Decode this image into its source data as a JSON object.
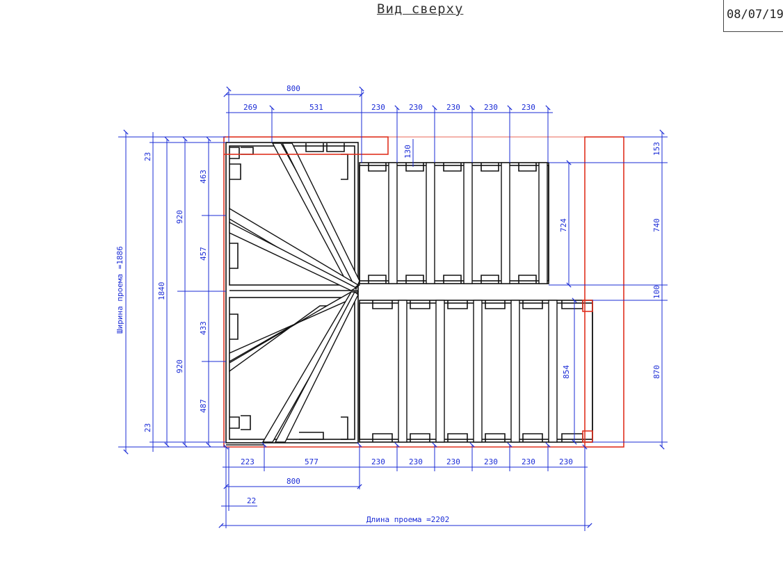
{
  "header": {
    "title": "Вид сверху",
    "date": "08/07/19/"
  },
  "dims": {
    "top_total": "800",
    "top_a": "269",
    "top_b": "531",
    "top_steps": [
      "230",
      "230",
      "230",
      "230",
      "230"
    ],
    "top_130": "130",
    "left_23_top": "23",
    "left_463": "463",
    "left_920_top": "920",
    "left_457": "457",
    "left_1840": "1840",
    "left_433": "433",
    "left_920_bot": "920",
    "left_487": "487",
    "left_23_bot": "23",
    "width_label": "Ширина проема =1886",
    "right_153": "153",
    "right_740": "740",
    "right_724": "724",
    "right_100": "100",
    "right_870": "870",
    "right_854": "854",
    "bottom_223": "223",
    "bottom_577": "577",
    "bottom_steps": [
      "230",
      "230",
      "230",
      "230",
      "230",
      "230"
    ],
    "bottom_800": "800",
    "bottom_22": "22",
    "length_label": "Длина проема =2202"
  }
}
